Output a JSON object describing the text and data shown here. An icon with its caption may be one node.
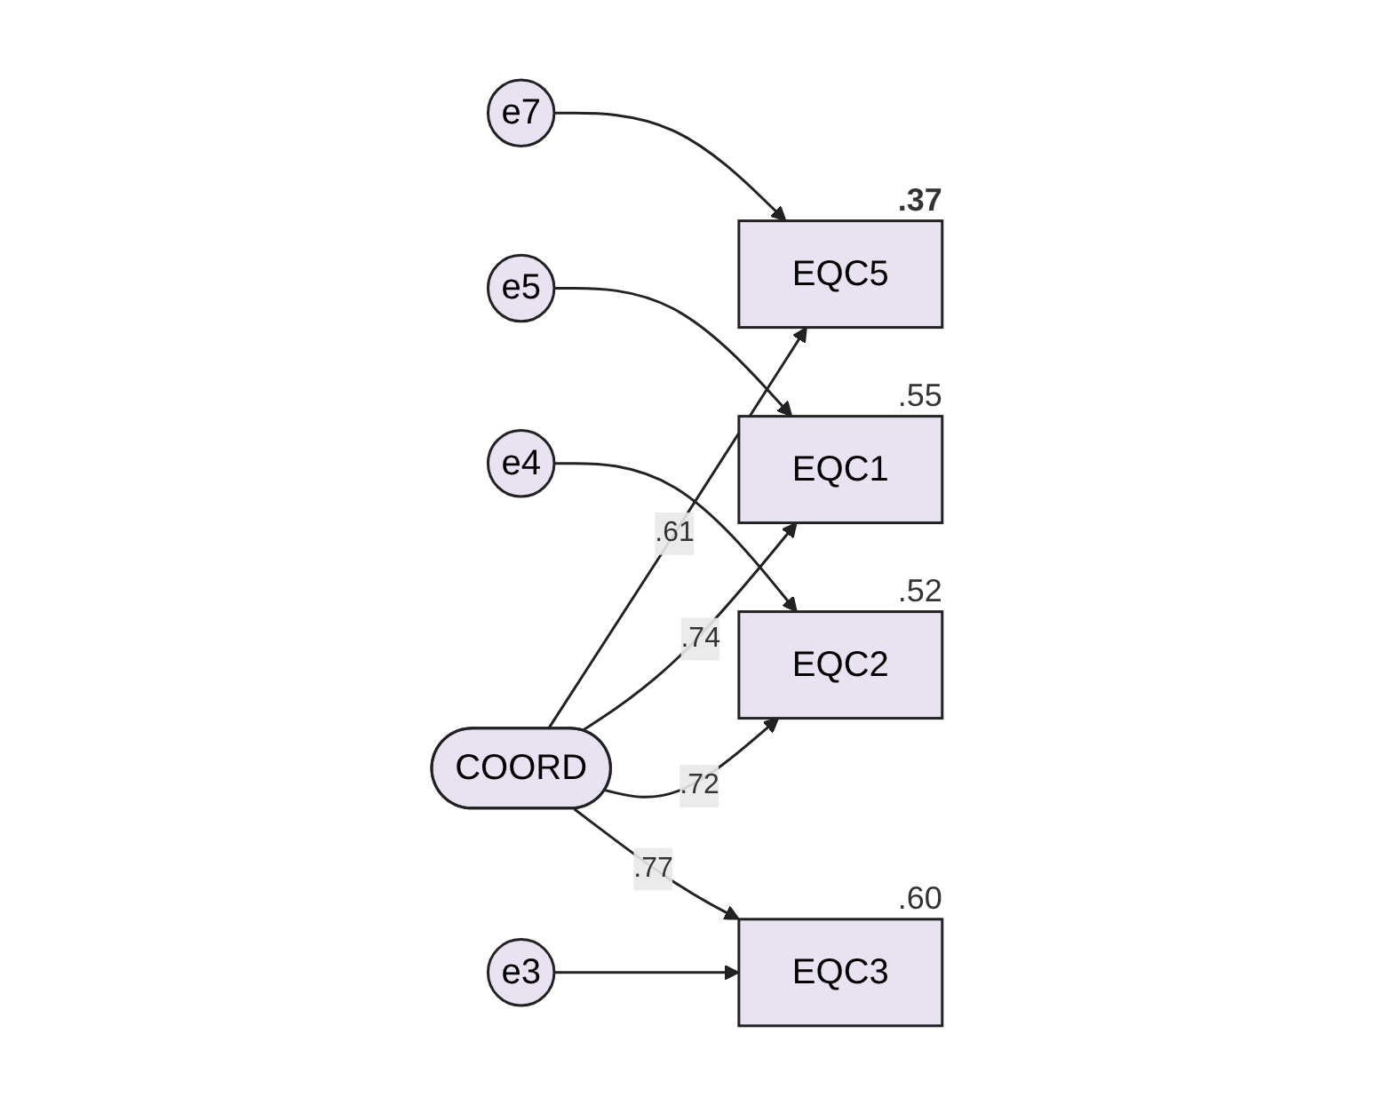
{
  "diagram": {
    "nodes": [
      {
        "text": [
          "e7"
        ]
      },
      {
        "text": [
          "EQC5"
        ],
        "beside": [
          ".37"
        ]
      },
      {
        "text": [
          "e5"
        ]
      },
      {
        "text": [
          "EQC1"
        ],
        "beside": [
          ".55"
        ]
      },
      {
        "text": [
          "e4"
        ]
      },
      {
        "text": [
          "EQC2"
        ],
        "beside": [
          ".52"
        ]
      },
      {
        "text": [
          "e3"
        ]
      },
      {
        "text": [
          "EQC3"
        ],
        "beside": [
          ".60"
        ]
      },
      {
        "text": [
          "COORD"
        ]
      }
    ],
    "edges": [
      {
        "from": 0,
        "to": 1,
        "arrow": "to"
      },
      {
        "from": 8,
        "to": 1,
        "arrow": "to",
        "label": ".61"
      },
      {
        "from": 2,
        "to": 3,
        "arrow": "to"
      },
      {
        "from": 8,
        "to": 3,
        "arrow": "to",
        "label": ".74"
      },
      {
        "from": 4,
        "to": 5,
        "arrow": "to"
      },
      {
        "from": 8,
        "to": 5,
        "arrow": "to",
        "label": ".72"
      },
      {
        "from": 6,
        "to": 7,
        "arrow": "to"
      },
      {
        "from": 8,
        "to": 7,
        "arrow": "to",
        "label": ".77"
      }
    ]
  }
}
